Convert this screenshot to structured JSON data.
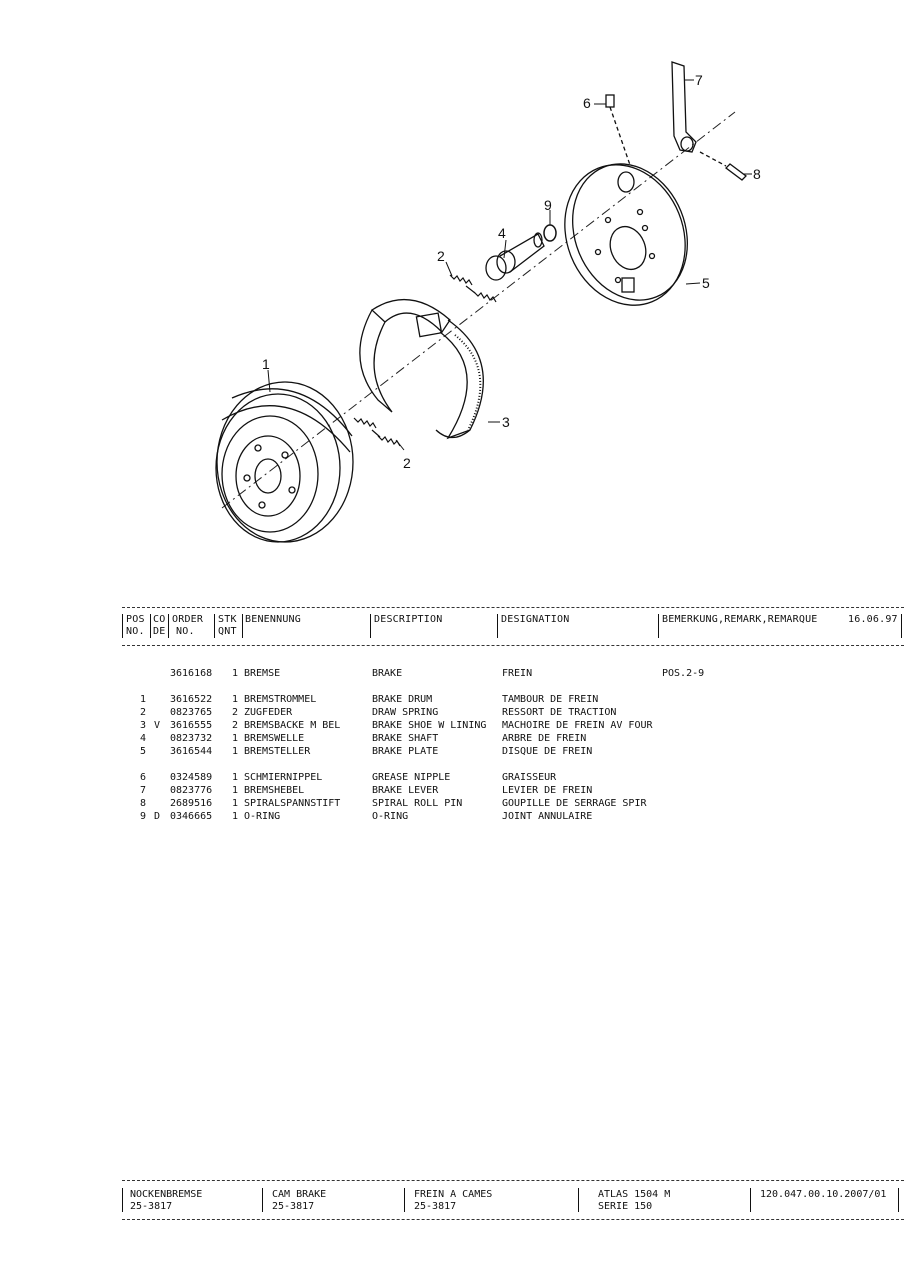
{
  "callouts": [
    "1",
    "2",
    "2",
    "3",
    "4",
    "5",
    "6",
    "7",
    "8",
    "9"
  ],
  "table": {
    "headers": {
      "pos_top": "POS",
      "pos_bottom": "NO.",
      "code_top": "CO",
      "code_bottom": "DE",
      "order_top": "ORDER",
      "order_bottom": "NO.",
      "qty_top": "STK",
      "qty_bottom": "QNT",
      "benennung": "BENENNUNG",
      "description": "DESCRIPTION",
      "designation": "DESIGNATION",
      "remark": "BEMERKUNG,REMARK,REMARQUE",
      "date": "16.06.97"
    },
    "rows": [
      {
        "pos": "",
        "code": "",
        "order": "3616168",
        "qty": "1",
        "benennung": "BREMSE",
        "description": "BRAKE",
        "designation": "FREIN",
        "remark": "POS.2-9"
      },
      {
        "pos": "1",
        "code": "",
        "order": "3616522",
        "qty": "1",
        "benennung": "BREMSTROMMEL",
        "description": "BRAKE DRUM",
        "designation": "TAMBOUR DE FREIN",
        "remark": ""
      },
      {
        "pos": "2",
        "code": "",
        "order": "0823765",
        "qty": "2",
        "benennung": "ZUGFEDER",
        "description": "DRAW SPRING",
        "designation": "RESSORT DE TRACTION",
        "remark": ""
      },
      {
        "pos": "3",
        "code": "V",
        "order": "3616555",
        "qty": "2",
        "benennung": "BREMSBACKE M BEL",
        "description": "BRAKE SHOE W LINING",
        "designation": "MACHOIRE DE FREIN AV FOUR",
        "remark": ""
      },
      {
        "pos": "4",
        "code": "",
        "order": "0823732",
        "qty": "1",
        "benennung": "BREMSWELLE",
        "description": "BRAKE SHAFT",
        "designation": "ARBRE DE FREIN",
        "remark": ""
      },
      {
        "pos": "5",
        "code": "",
        "order": "3616544",
        "qty": "1",
        "benennung": "BREMSTELLER",
        "description": "BRAKE PLATE",
        "designation": "DISQUE DE FREIN",
        "remark": ""
      },
      {
        "pos": "6",
        "code": "",
        "order": "0324589",
        "qty": "1",
        "benennung": "SCHMIERNIPPEL",
        "description": "GREASE NIPPLE",
        "designation": "GRAISSEUR",
        "remark": ""
      },
      {
        "pos": "7",
        "code": "",
        "order": "0823776",
        "qty": "1",
        "benennung": "BREMSHEBEL",
        "description": "BRAKE LEVER",
        "designation": "LEVIER DE FREIN",
        "remark": ""
      },
      {
        "pos": "8",
        "code": "",
        "order": "2689516",
        "qty": "1",
        "benennung": "SPIRALSPANNSTIFT",
        "description": "SPIRAL ROLL PIN",
        "designation": "GOUPILLE DE SERRAGE SPIR",
        "remark": ""
      },
      {
        "pos": "9",
        "code": "D",
        "order": "0346665",
        "qty": "1",
        "benennung": "O-RING",
        "description": "O-RING",
        "designation": "JOINT ANNULAIRE",
        "remark": ""
      }
    ]
  },
  "footer": {
    "de_title": "NOCKENBREMSE",
    "de_code": "25-3817",
    "en_title": "CAM BRAKE",
    "en_code": "25-3817",
    "fr_title": "FREIN A CAMES",
    "fr_code": "25-3817",
    "model": "ATLAS 1504 M",
    "series": "SERIE 150",
    "doc_number": "120.047.00.10.2007/01"
  }
}
